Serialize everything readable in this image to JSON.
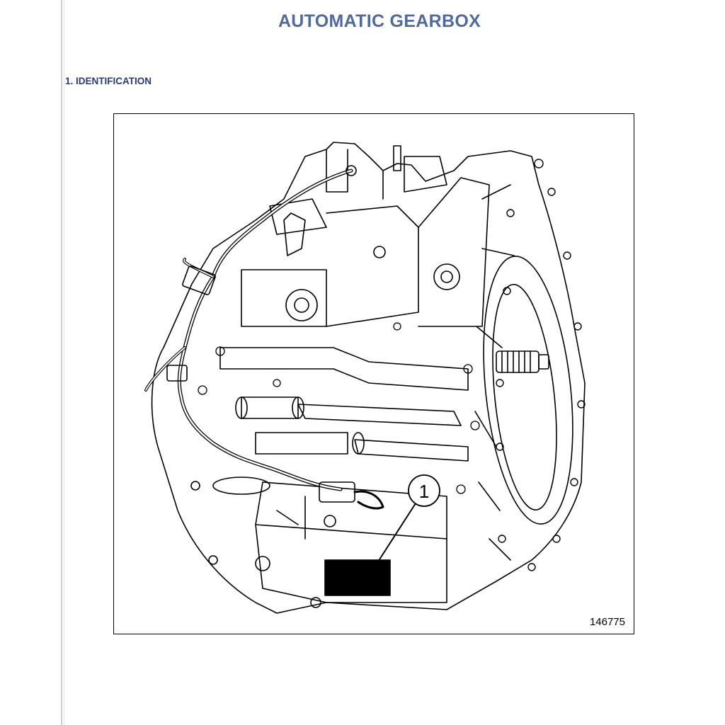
{
  "document": {
    "title": "AUTOMATIC GEARBOX",
    "section": {
      "heading": "1. IDENTIFICATION"
    },
    "figure": {
      "number": "146775",
      "callout_label": "1",
      "icons": [
        "gearbox-drawing",
        "identification-plate",
        "callout-arrow"
      ]
    }
  }
}
